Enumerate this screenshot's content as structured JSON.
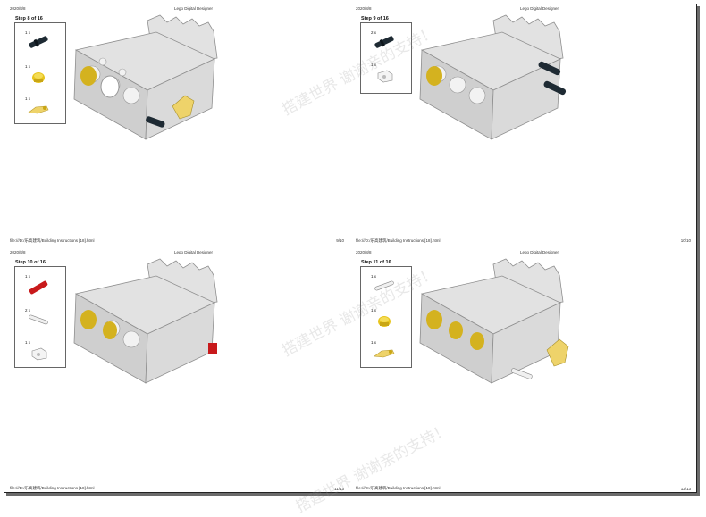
{
  "pages": [
    {
      "header_date": "2020/8/8",
      "header_title": "Lego Digital Designer",
      "step": "Step 8 of 16",
      "footer_file": "",
      "footer_page": "",
      "parts": [
        {
          "qty": "1 x",
          "icon": "black-axle-pin-icon"
        },
        {
          "qty": "1 x",
          "icon": "yellow-bush-icon"
        },
        {
          "qty": "1 x",
          "icon": "yellow-connector-icon"
        }
      ]
    },
    {
      "header_date": "2020/8/8",
      "header_title": "Lego Digital Designer",
      "step": "Step 9 of 16",
      "footer_file": "",
      "footer_page": "",
      "parts": [
        {
          "qty": "2 x",
          "icon": "black-axle-pin-icon"
        },
        {
          "qty": "1 x",
          "icon": "white-connector-block-icon"
        }
      ]
    },
    {
      "header_date": "2020/8/8",
      "header_title": "Lego Digital Designer",
      "step": "Step 10 of 16",
      "footer_file": "file:///D:/乐高建筑/Building Instructions [18].html",
      "footer_page": "9/10",
      "parts": [
        {
          "qty": "1 x",
          "icon": "red-axle-icon"
        },
        {
          "qty": "2 x",
          "icon": "white-axle-pin-icon"
        },
        {
          "qty": "1 x",
          "icon": "white-connector-block-icon"
        }
      ]
    },
    {
      "header_date": "2020/8/8",
      "header_title": "Lego Digital Designer",
      "step": "Step 11 of 16",
      "footer_file": "file:///D:/乐高建筑/Building Instructions [18].html",
      "footer_page": "10/10",
      "parts": [
        {
          "qty": "1 x",
          "icon": "white-axle-pin-icon"
        },
        {
          "qty": "1 x",
          "icon": "yellow-bush-icon"
        },
        {
          "qty": "1 x",
          "icon": "yellow-connector-icon"
        }
      ]
    }
  ],
  "bottom": {
    "left_file": "file:///D:/乐高建筑/Building Instructions [18].html",
    "left_page": "11/13",
    "right_file": "file:///D:/乐高建筑/Building Instructions [18].html",
    "right_page": "12/13"
  },
  "watermark": "搭建世界 谢谢亲的支持！",
  "colors": {
    "page_border": "#222222",
    "shadow": "#6b6b6b",
    "engine_gray": "#d6d6d6",
    "yellow": "#e8c51d",
    "black_pin": "#1e2a33",
    "red": "#c8191b"
  }
}
